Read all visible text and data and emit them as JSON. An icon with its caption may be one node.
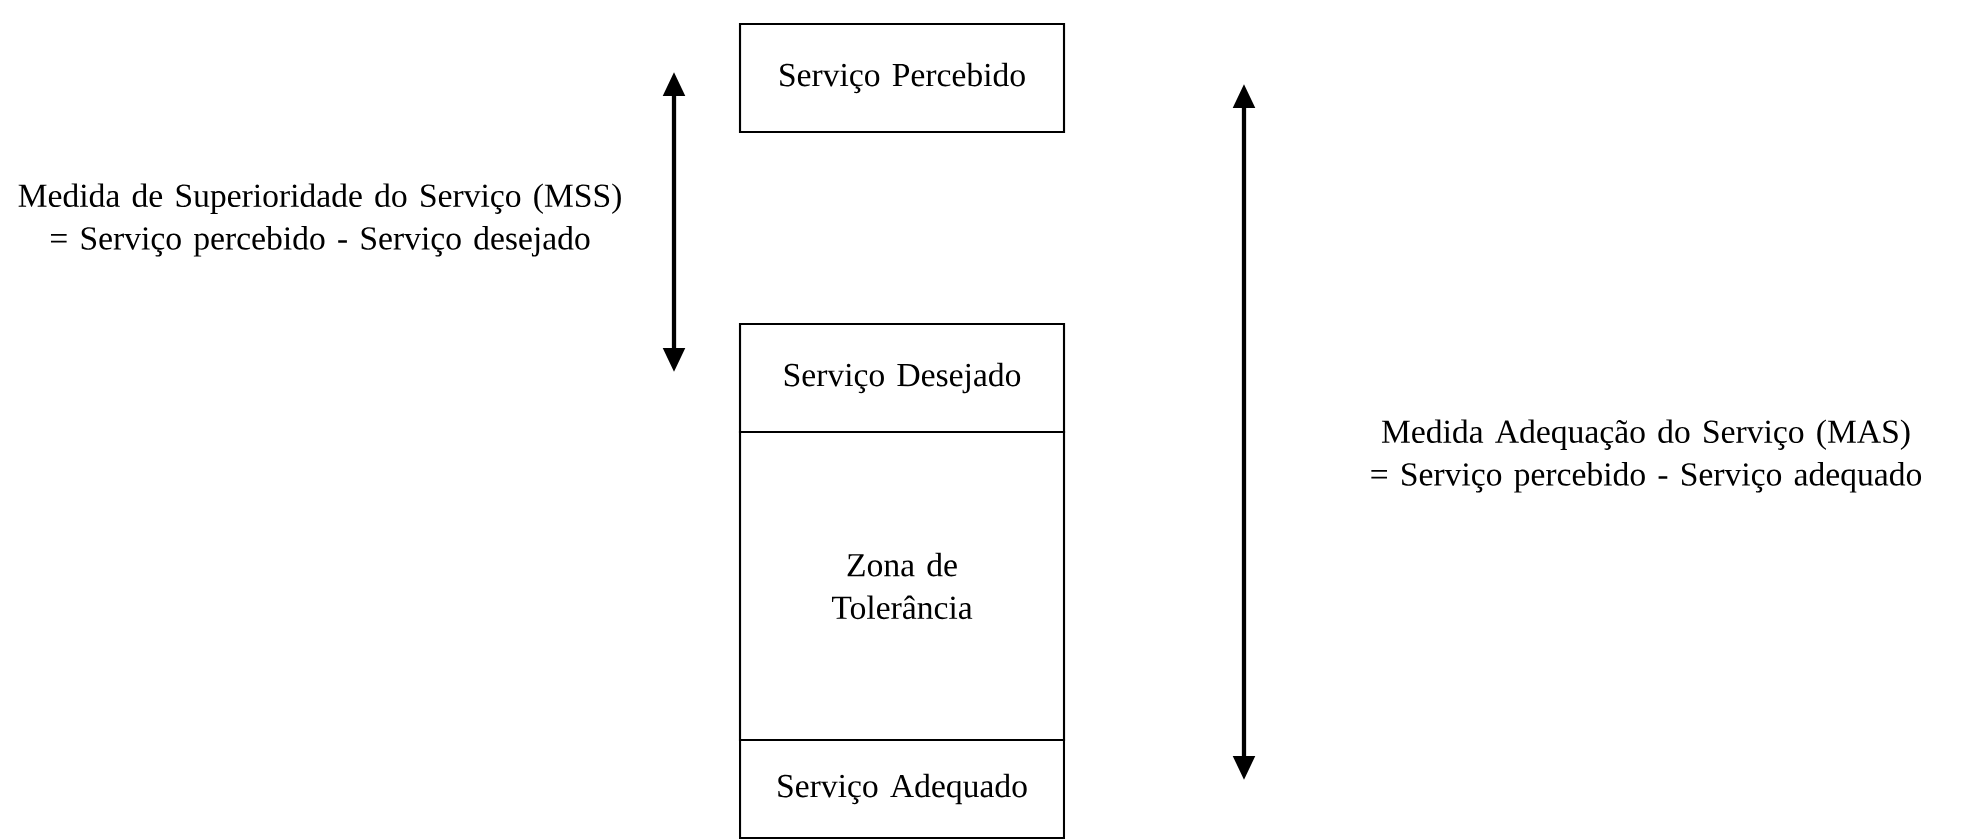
{
  "diagram": {
    "nodes": [
      {
        "text": [
          "Serviço Percebido"
        ]
      },
      {
        "text": [
          "Serviço Desejado"
        ]
      },
      {
        "text": [
          "Zona de Tolerância"
        ]
      },
      {
        "text": [
          "Serviço Adequado"
        ]
      }
    ],
    "labels": [
      "Medida de Superioridade do Serviço (MSS) = Serviço percebido - Serviço desejado",
      "Medida Adequação do Serviço (MAS) = Serviço percebido - Serviço adequado"
    ]
  }
}
